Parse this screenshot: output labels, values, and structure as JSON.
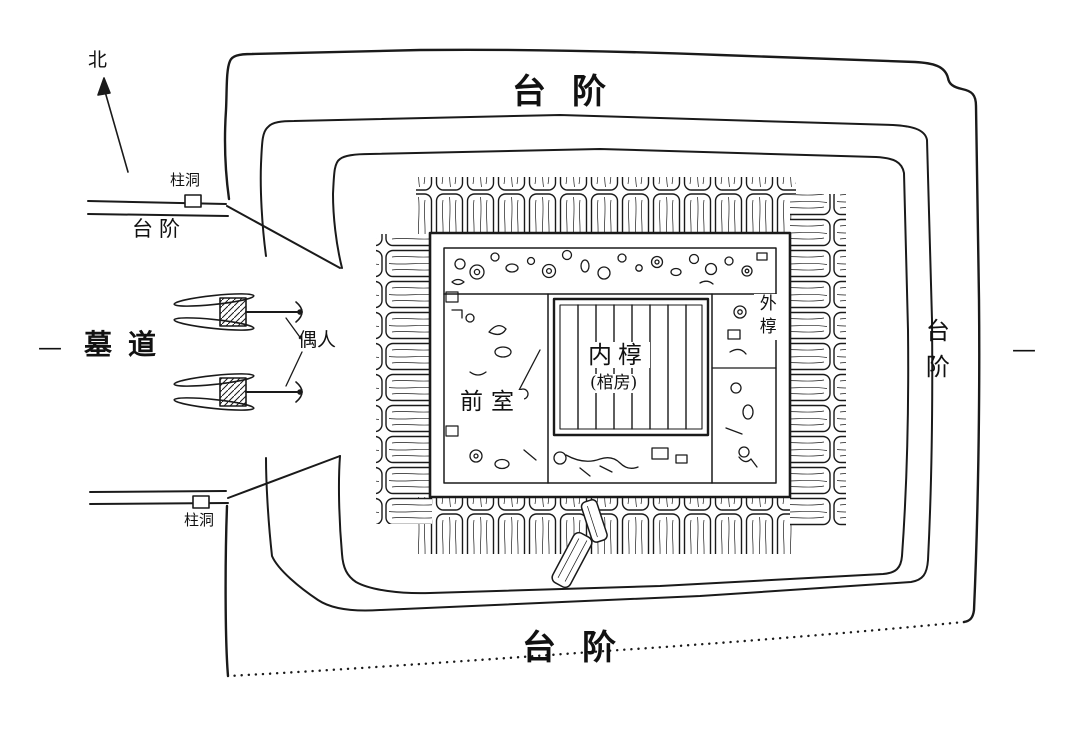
{
  "figure": {
    "description": "Archaeological excavation plan of a timber-chambered tomb with entrance ramp",
    "ink_color": "#1a1a1a",
    "labels": {
      "north": "北",
      "steps_top": "台阶",
      "steps_bottom": "台阶",
      "steps_right": "台阶",
      "steps_left": "台阶",
      "post_hole_top": "柱洞",
      "post_hole_bottom": "柱洞",
      "tomb_passage": "墓道",
      "figurines": "偶人",
      "front_chamber": "前室",
      "inner_coffin": "内椁",
      "inner_coffin_note": "(棺房)",
      "outer_coffin": "外椁",
      "section_dash_left": "—",
      "section_dash_right": "—"
    }
  }
}
